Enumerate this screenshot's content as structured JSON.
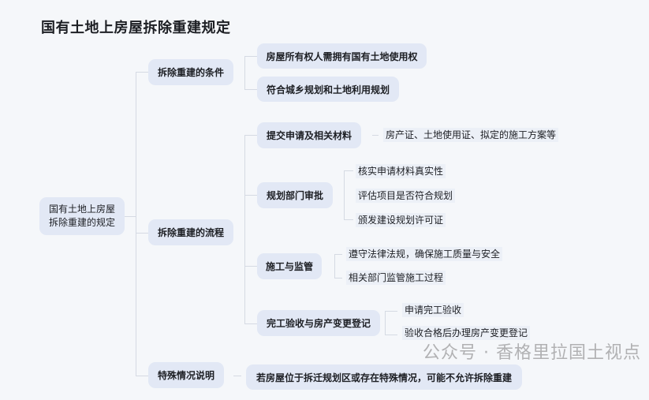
{
  "title": "国有土地上房屋拆除重建规定",
  "root": {
    "line1": "国有土地上房屋",
    "line2": "拆除重建的规定"
  },
  "branches": {
    "conditions": {
      "label": "拆除重建的条件",
      "items": [
        "房屋所有权人需拥有国有土地使用权",
        "符合城乡规划和土地利用规划"
      ]
    },
    "process": {
      "label": "拆除重建的流程",
      "steps": [
        {
          "label": "提交申请及相关材料",
          "details": [
            "房产证、土地使用证、拟定的施工方案等"
          ]
        },
        {
          "label": "规划部门审批",
          "details": [
            "核实申请材料真实性",
            "评估项目是否符合规划",
            "颁发建设规划许可证"
          ]
        },
        {
          "label": "施工与监管",
          "details": [
            "遵守法律法规，确保施工质量与安全",
            "相关部门监管施工过程"
          ]
        },
        {
          "label": "完工验收与房产变更登记",
          "details": [
            "申请完工验收",
            "验收合格后办理房产变更登记"
          ]
        }
      ]
    },
    "special": {
      "label": "特殊情况说明",
      "items": [
        "若房屋位于拆迁规划区或存在特殊情况，可能不允许拆除重建"
      ]
    }
  },
  "watermark": "公众号 · 香格里拉国土视点",
  "colors": {
    "node_bg": "#e2e8f5",
    "leaf_bg": "#ecf0f7",
    "line": "#d5dae3",
    "background": "#f5f7fa"
  }
}
